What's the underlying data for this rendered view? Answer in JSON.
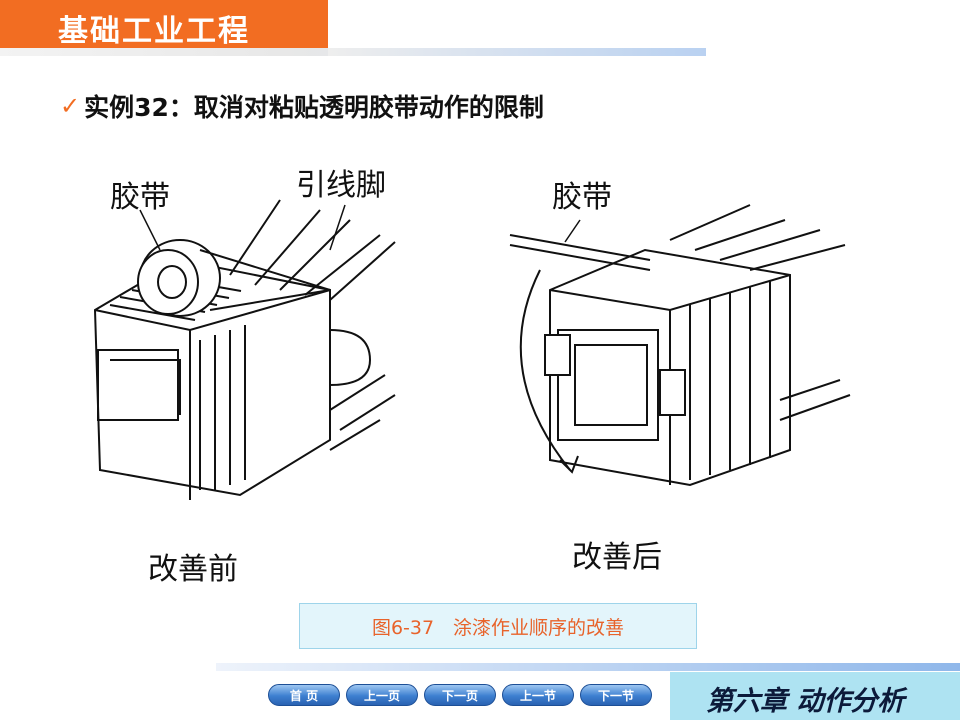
{
  "header": {
    "title": "基础工业工程"
  },
  "heading": {
    "check": "✓",
    "text": "实例32：取消对粘贴透明胶带动作的限制"
  },
  "figure_before": {
    "label_tape": "胶带",
    "label_leads": "引线脚",
    "label_state": "改善前"
  },
  "figure_after": {
    "label_tape": "胶带",
    "label_state": "改善后"
  },
  "caption": "图6-37　涂漆作业顺序的改善",
  "nav": {
    "home": "首 页",
    "prev_page": "上一页",
    "next_page": "下一页",
    "prev_section": "上一节",
    "next_section": "下一节"
  },
  "chapter": "第六章 动作分析"
}
